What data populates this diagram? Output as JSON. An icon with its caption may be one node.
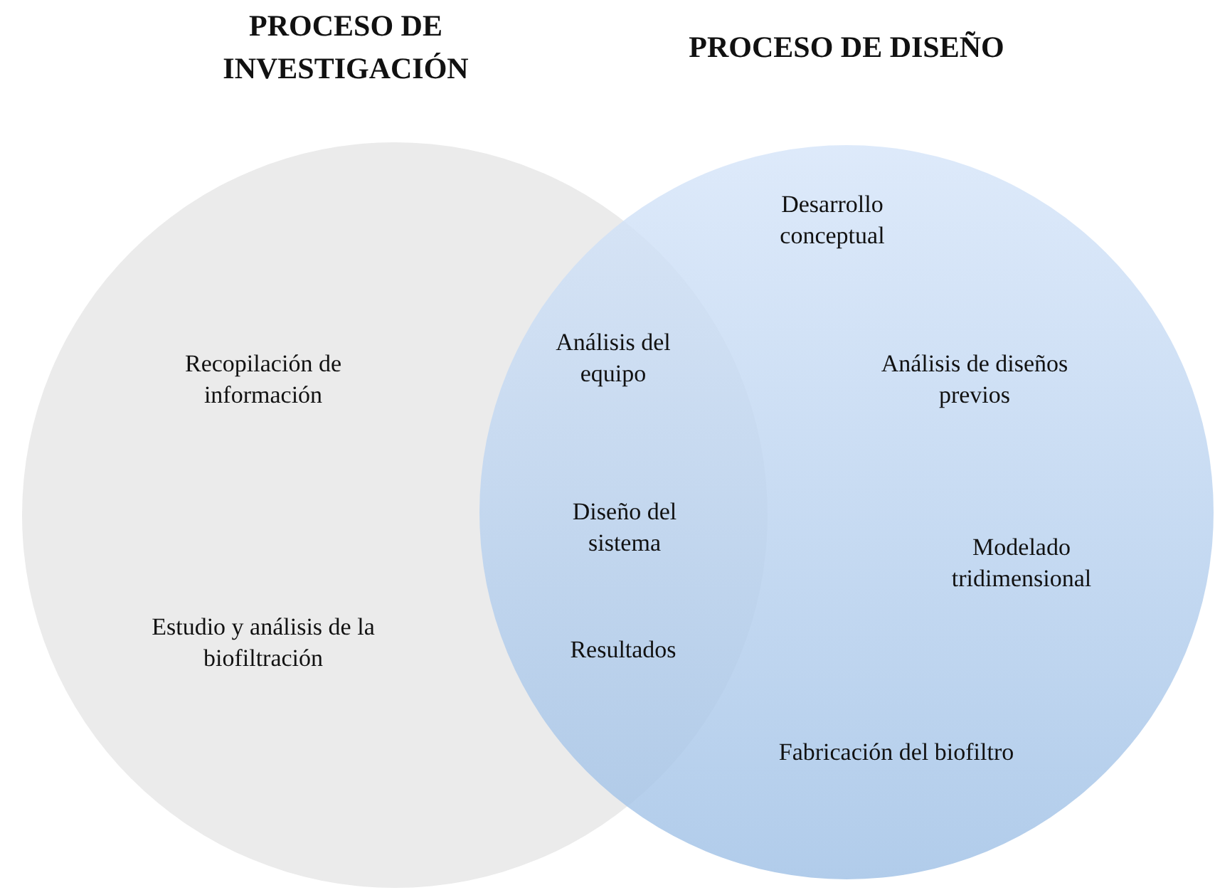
{
  "diagram": {
    "nodes": [
      {
        "text": [
          "PROCESO DE INVESTIGACIÓN",
          "Recopilación de información",
          "Estudio y análisis de la biofiltración"
        ]
      },
      {
        "text": [
          "PROCESO DE DISEÑO",
          "Desarrollo conceptual",
          "Análisis de diseños previos",
          "Modelado tridimensional",
          "Fabricación del biofiltro"
        ]
      }
    ],
    "labels": [
      "Análisis del equipo",
      "Diseño del sistema",
      "Resultados"
    ]
  }
}
